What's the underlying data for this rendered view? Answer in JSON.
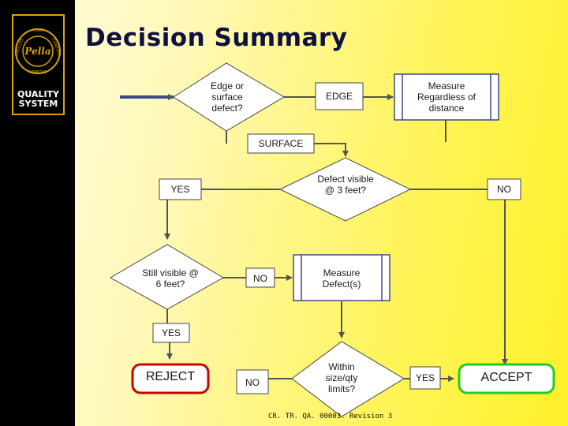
{
  "title": "Decision Summary",
  "logo": {
    "brand": "Pella",
    "ring_words": [
      "PLAN",
      "CONFIRM",
      "IMPROVE",
      "EXECUTE"
    ],
    "quality_line1": "QUALITY",
    "quality_line2": "SYSTEM"
  },
  "nodes": {
    "edge_or_surface": "Edge or surface defect?",
    "edge_label": "EDGE",
    "measure_regardless": "Measure Regardless of distance",
    "surface_label": "SURFACE",
    "defect_visible": "Defect visible @ 3 feet?",
    "yes_1": "YES",
    "no_1": "NO",
    "still_visible": "Still visible @ 6 feet?",
    "no_2": "NO",
    "measure_defects": "Measure Defect(s)",
    "yes_2": "YES",
    "reject": "REJECT",
    "no_3": "NO",
    "within_limits": "Within size/qty limits?",
    "yes_3": "YES",
    "accept": "ACCEPT"
  },
  "footer": "CR. TR. QA. 00003. Revision 3",
  "colors": {
    "line": "#555555",
    "box_border": "#3b4b8c",
    "diamond_fill": "#ffffff",
    "reject_border": "#cc0000",
    "accept_border": "#22cc22",
    "title": "#0f1040"
  }
}
